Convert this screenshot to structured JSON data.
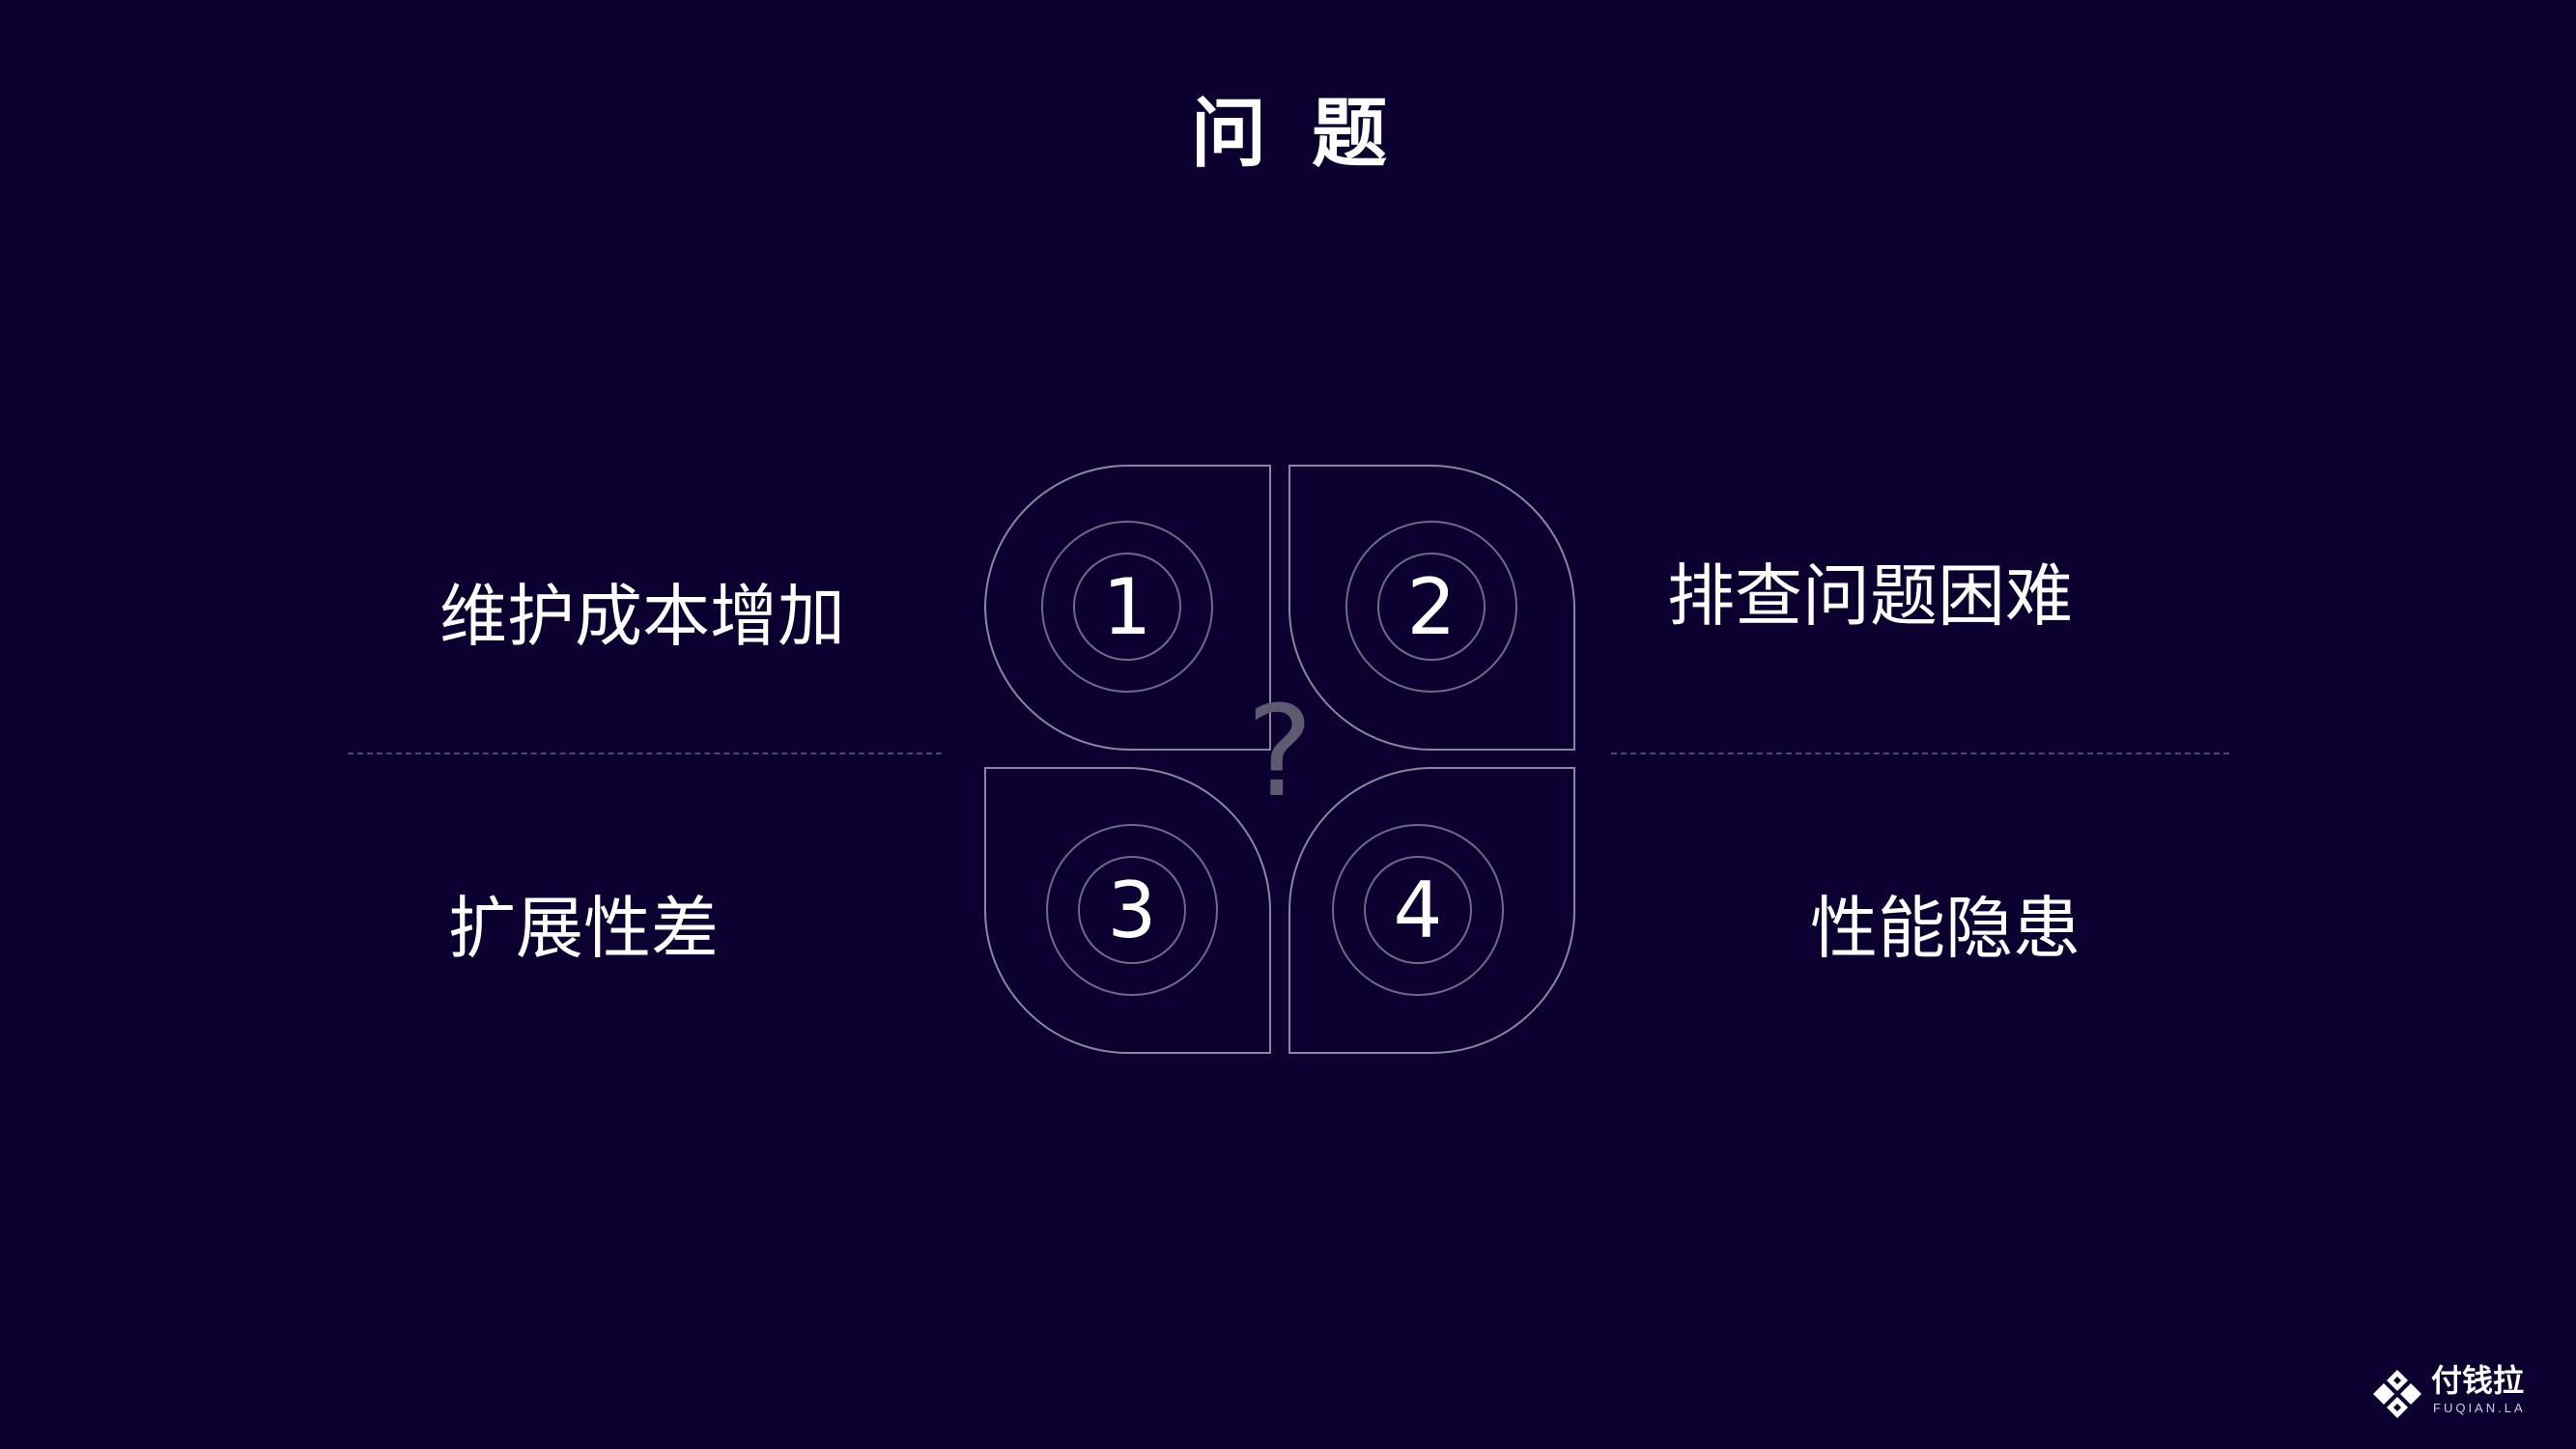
{
  "slide": {
    "title": "问 题",
    "items": [
      {
        "number": "1",
        "label": "维护成本增加"
      },
      {
        "number": "2",
        "label": "排查问题困难"
      },
      {
        "number": "3",
        "label": "扩展性差"
      },
      {
        "number": "4",
        "label": "性能隐患"
      }
    ],
    "center_symbol": "?"
  },
  "logo": {
    "name": "付钱拉",
    "subtitle": "FUQIAN.LA"
  },
  "colors": {
    "background": "#0b0030",
    "text": "#ffffff",
    "outline": "#8b879e",
    "question_mark": "#5e5a6f"
  }
}
